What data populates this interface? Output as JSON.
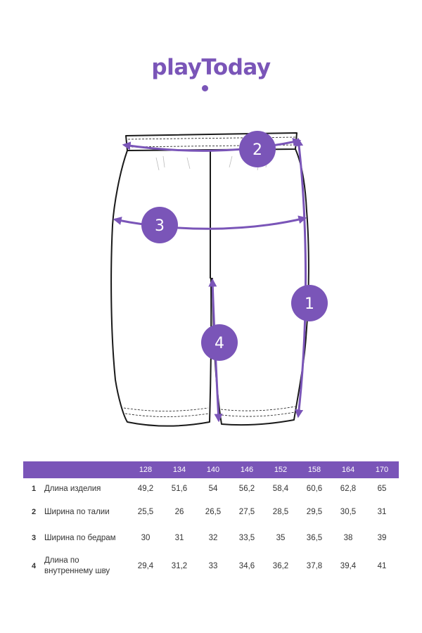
{
  "brand": {
    "logo_text": "playToday",
    "accent_color": "#7a55b8"
  },
  "diagram": {
    "markers": [
      "1",
      "2",
      "3",
      "4"
    ]
  },
  "size_table": {
    "sizes": [
      "128",
      "134",
      "140",
      "146",
      "152",
      "158",
      "164",
      "170"
    ],
    "rows": [
      {
        "index": "1",
        "label": "Длина изделия",
        "values": [
          "49,2",
          "51,6",
          "54",
          "56,2",
          "58,4",
          "60,6",
          "62,8",
          "65"
        ]
      },
      {
        "index": "2",
        "label": "Ширина по талии",
        "values": [
          "25,5",
          "26",
          "26,5",
          "27,5",
          "28,5",
          "29,5",
          "30,5",
          "31"
        ]
      },
      {
        "index": "3",
        "label": "Ширина по бедрам",
        "values": [
          "30",
          "31",
          "32",
          "33,5",
          "35",
          "36,5",
          "38",
          "39"
        ]
      },
      {
        "index": "4",
        "label": "Длина по внутреннему шву",
        "values": [
          "29,4",
          "31,2",
          "33",
          "34,6",
          "36,2",
          "37,8",
          "39,4",
          "41"
        ]
      }
    ]
  }
}
